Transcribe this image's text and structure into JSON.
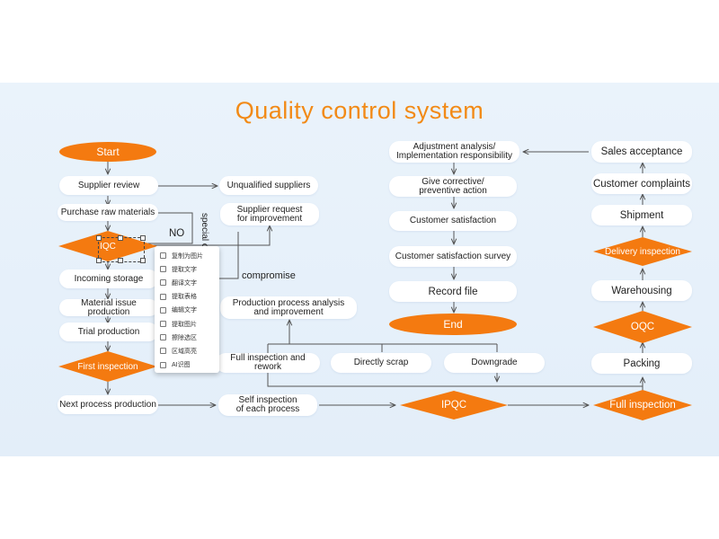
{
  "title": "Quality control system",
  "left_column": {
    "start": "Start",
    "supplier_review": "Supplier review",
    "purchase_raw": "Purchase raw materials",
    "iqc": "IQC",
    "incoming_storage": "Incoming storage",
    "material_issue": "Material issue production",
    "trial_production": "Trial production",
    "first_inspection": "First inspection",
    "next_process": "Next process production"
  },
  "supplier_branch": {
    "unqualified": "Unqualified suppliers",
    "no": "NO",
    "special": "special c",
    "request": "Supplier request\nfor improvement",
    "compromise": "compromise"
  },
  "process_branch": {
    "analysis": "Production process analysis\nand improvement",
    "full_rework": "Full inspection and rework",
    "scrap": "Directly scrap",
    "downgrade": "Downgrade",
    "self_inspection": "Self inspection\nof each process",
    "ipqc": "IPQC",
    "full_inspection": "Full inspection"
  },
  "right_column": {
    "sales_acceptance": "Sales acceptance",
    "customer_complaints": "Customer complaints",
    "shipment": "Shipment",
    "delivery_inspection": "Delivery inspection",
    "warehousing": "Warehousing",
    "oqc": "OQC",
    "packing": "Packing"
  },
  "middle_column": {
    "adjustment": "Adjustment analysis/\nImplementation responsibility",
    "corrective": "Give corrective/\npreventive action",
    "satisfaction": "Customer satisfaction",
    "survey": "Customer satisfaction survey",
    "record": "Record file",
    "end": "End"
  },
  "context_menu": {
    "items": [
      "复制为图片",
      "提取文字",
      "翻译文字",
      "提取表格",
      "编辑文字",
      "提取图片",
      "擦除选区",
      "区域高亮",
      "AI识图"
    ]
  },
  "colors": {
    "accent": "#f47a10",
    "title": "#f28a16",
    "background": "#e6f0fa",
    "line": "#555555"
  }
}
